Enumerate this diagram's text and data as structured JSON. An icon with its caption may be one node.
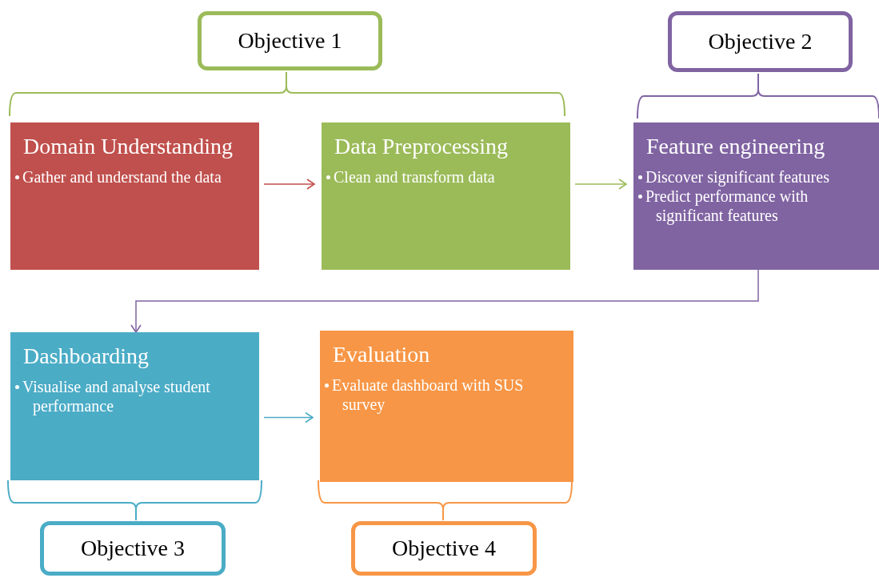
{
  "diagram": {
    "nodes": [
      {
        "text": [
          "Objective 1"
        ]
      },
      {
        "text": [
          "Objective 2"
        ]
      },
      {
        "text": [
          "Domain Understanding",
          "Gather and understand the data"
        ]
      },
      {
        "text": [
          "Data Preprocessing",
          "Clean and transform data"
        ]
      },
      {
        "text": [
          "Feature engineering",
          "Discover significant features",
          "Predict performance with significant features"
        ]
      },
      {
        "text": [
          "Dashboarding",
          "Visualise and analyse student performance"
        ]
      },
      {
        "text": [
          "Evaluation",
          "Evaluate dashboard with SUS survey"
        ]
      },
      {
        "text": [
          "Objective 3"
        ]
      },
      {
        "text": [
          "Objective 4"
        ]
      }
    ],
    "edges": [
      {
        "from": 2,
        "to": 3,
        "arrow": "to",
        "color": "#c0504d"
      },
      {
        "from": 3,
        "to": 4,
        "arrow": "to",
        "color": "#9bbb59"
      },
      {
        "from": 4,
        "to": 5,
        "arrow": "to",
        "color": "#8064a2"
      },
      {
        "from": 5,
        "to": 6,
        "arrow": "to",
        "color": "#4bacc6"
      }
    ]
  }
}
